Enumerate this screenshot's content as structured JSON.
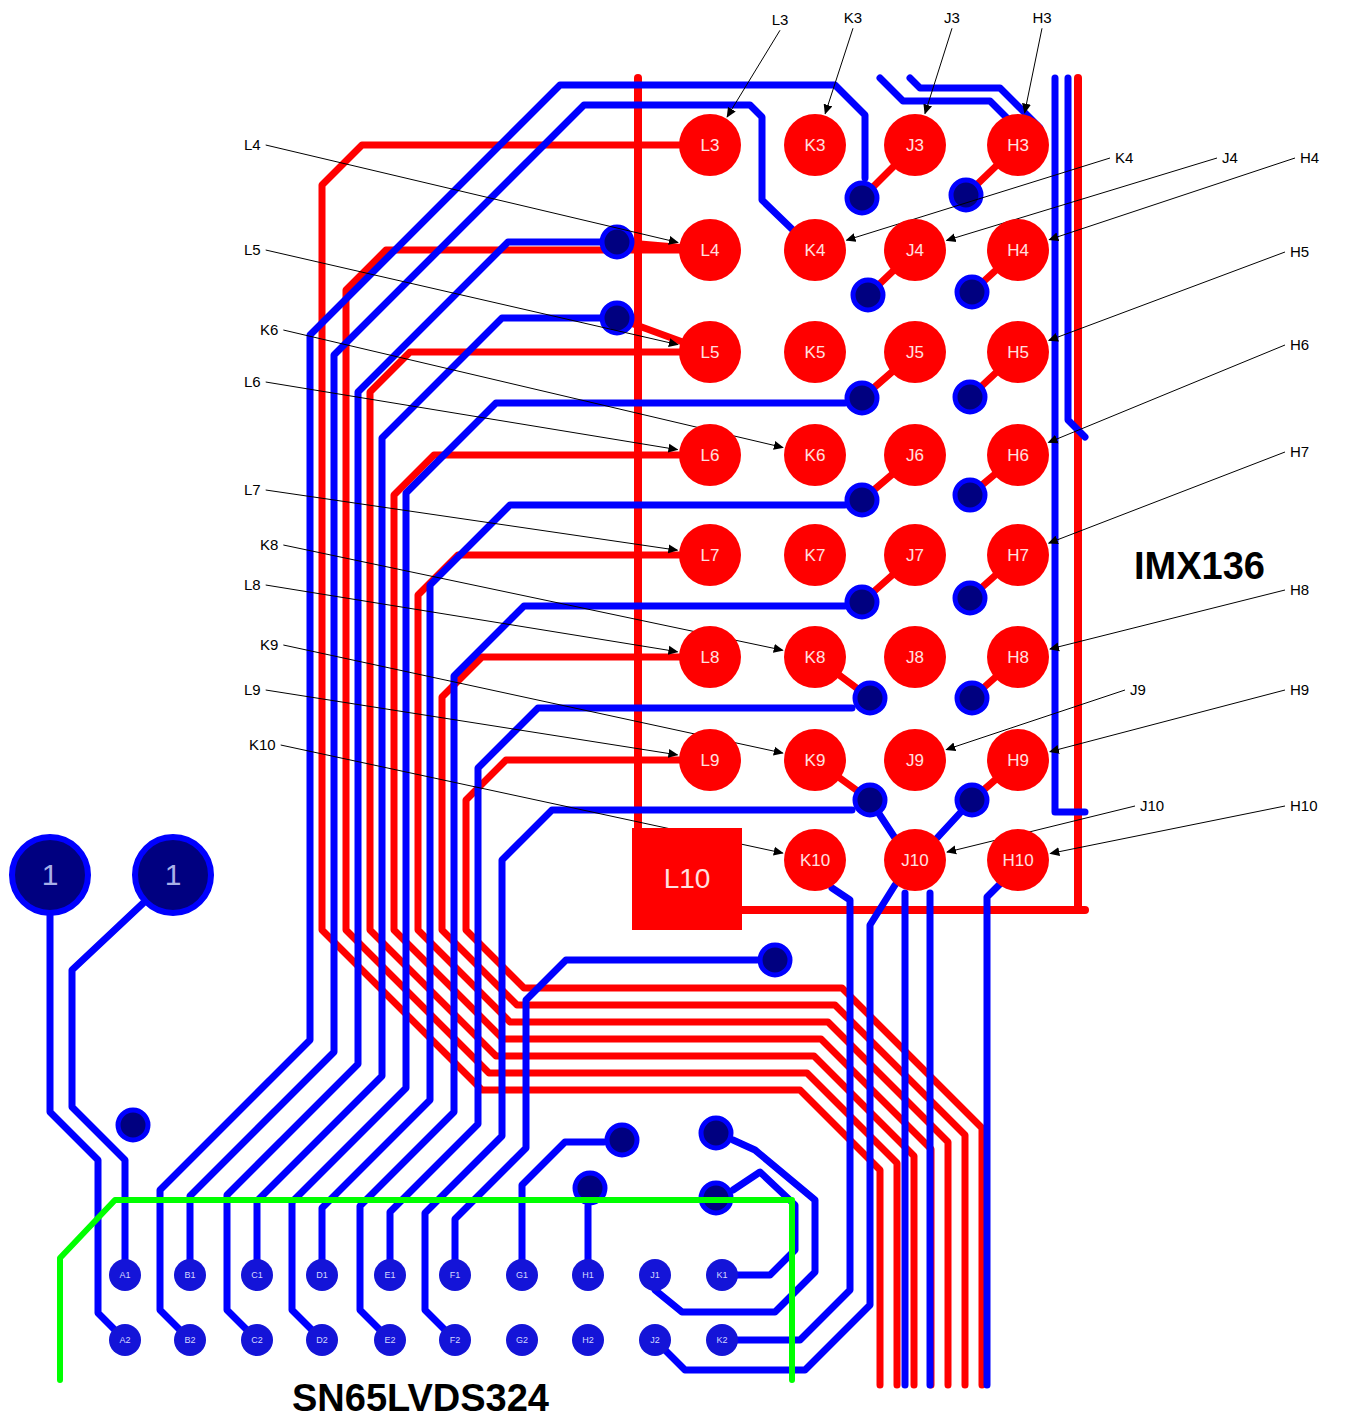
{
  "diagram": {
    "nodes": [
      {
        "text": [
          "L3"
        ]
      },
      {
        "text": [
          "K3"
        ]
      },
      {
        "text": [
          "J3"
        ]
      },
      {
        "text": [
          "H3"
        ]
      },
      {
        "text": [
          "L4"
        ]
      },
      {
        "text": [
          "K4"
        ]
      },
      {
        "text": [
          "J4"
        ]
      },
      {
        "text": [
          "H4"
        ]
      },
      {
        "text": [
          "L5"
        ]
      },
      {
        "text": [
          "K5"
        ]
      },
      {
        "text": [
          "J5"
        ]
      },
      {
        "text": [
          "H5"
        ]
      },
      {
        "text": [
          "L6"
        ]
      },
      {
        "text": [
          "K6"
        ]
      },
      {
        "text": [
          "J6"
        ]
      },
      {
        "text": [
          "H6"
        ]
      },
      {
        "text": [
          "L7"
        ]
      },
      {
        "text": [
          "K7"
        ]
      },
      {
        "text": [
          "J7"
        ]
      },
      {
        "text": [
          "H7"
        ]
      },
      {
        "text": [
          "L8"
        ]
      },
      {
        "text": [
          "K8"
        ]
      },
      {
        "text": [
          "J8"
        ]
      },
      {
        "text": [
          "H8"
        ]
      },
      {
        "text": [
          "L9"
        ]
      },
      {
        "text": [
          "K9"
        ]
      },
      {
        "text": [
          "J9"
        ]
      },
      {
        "text": [
          "H9"
        ]
      },
      {
        "text": [
          "L10"
        ]
      },
      {
        "text": [
          "K10"
        ]
      },
      {
        "text": [
          "J10"
        ]
      },
      {
        "text": [
          "H10"
        ]
      },
      {
        "text": [
          "1"
        ]
      },
      {
        "text": [
          "1"
        ]
      },
      {
        "text": [
          "A1"
        ]
      },
      {
        "text": [
          "B1"
        ]
      },
      {
        "text": [
          "C1"
        ]
      },
      {
        "text": [
          "D1"
        ]
      },
      {
        "text": [
          "E1"
        ]
      },
      {
        "text": [
          "F1"
        ]
      },
      {
        "text": [
          "G1"
        ]
      },
      {
        "text": [
          "H1"
        ]
      },
      {
        "text": [
          "J1"
        ]
      },
      {
        "text": [
          "K1"
        ]
      },
      {
        "text": [
          "A2"
        ]
      },
      {
        "text": [
          "B2"
        ]
      },
      {
        "text": [
          "C2"
        ]
      },
      {
        "text": [
          "D2"
        ]
      },
      {
        "text": [
          "E2"
        ]
      },
      {
        "text": [
          "F2"
        ]
      },
      {
        "text": [
          "G2"
        ]
      },
      {
        "text": [
          "H2"
        ]
      },
      {
        "text": [
          "J2"
        ]
      },
      {
        "text": [
          "K2"
        ]
      }
    ],
    "edges": [
      {
        "from": 34,
        "to": 33,
        "arrow": "none"
      },
      {
        "from": 44,
        "to": 32,
        "arrow": "none"
      }
    ],
    "labels": [
      "L3",
      "K3",
      "J3",
      "H3",
      "L4",
      "K4",
      "J4",
      "H4",
      "L5",
      "H5",
      "K6",
      "H6",
      "L6",
      "H7",
      "L7",
      "IMX136",
      "H8",
      "K8",
      "L8",
      "K9",
      "J9",
      "H9",
      "L9",
      "K10",
      "J10",
      "H10",
      "SN65LVDS324"
    ]
  }
}
